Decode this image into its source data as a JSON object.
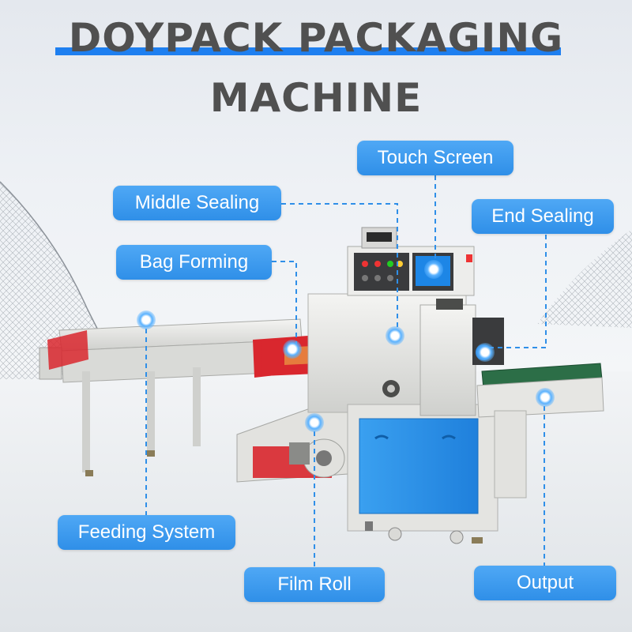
{
  "title": {
    "line1": "DOYPACK PACKAGING",
    "line2": "MACHINE"
  },
  "labels": {
    "touch_screen": "Touch Screen",
    "middle_sealing": "Middle Sealing",
    "end_sealing": "End Sealing",
    "bag_forming": "Bag Forming",
    "feeding_system": "Feeding System",
    "film_roll": "Film Roll",
    "output": "Output"
  },
  "colors": {
    "label_blue": "#3b9bf0",
    "title_gray": "#505050",
    "underline_blue": "#1e7ff0",
    "machine_body": "#e6e6e3",
    "cabinet_blue": "#2c8fe6",
    "film_red": "#d9272e"
  }
}
